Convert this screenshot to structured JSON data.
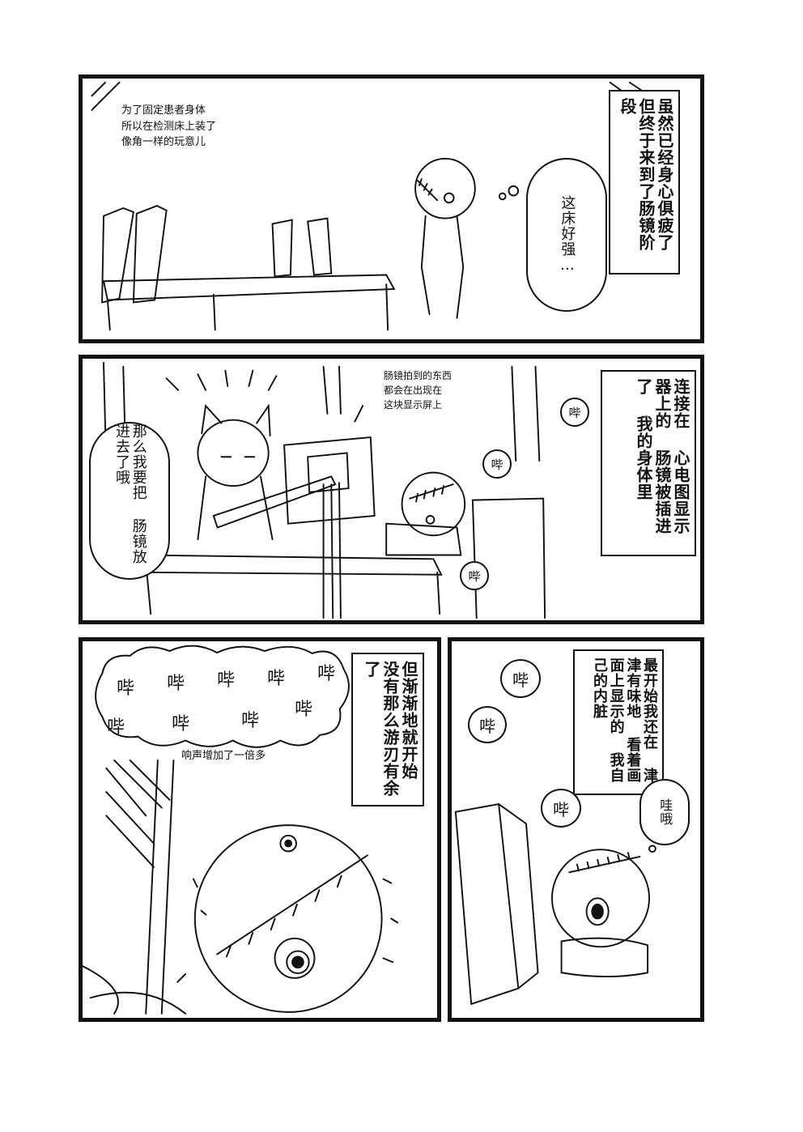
{
  "panel1": {
    "narration": "虽然已经身心俱疲了 但终于来到了肠镜阶段",
    "note": "为了固定患者身体\n所以在检测床上装了\n像角一样的玩意儿",
    "thought": "这床好强…"
  },
  "panel2": {
    "narration": "连接在 心电图显示器上的 肠镜被插进了 我的身体里",
    "note": "肠镜拍到的东西\n都会在出现在\n这块显示屏上",
    "speech": "那么我要把 肠镜放进去了哦",
    "beep": "哔"
  },
  "panel3": {
    "narration": "但渐渐地就开始 没有那么游刃有余了",
    "beep": "哔",
    "note": "响声增加了一倍多"
  },
  "panel4": {
    "narration": "最开始我还在 津津有味地 看着画面上显示的 我自己的内脏",
    "beep": "哔",
    "thought": "哇哦"
  }
}
